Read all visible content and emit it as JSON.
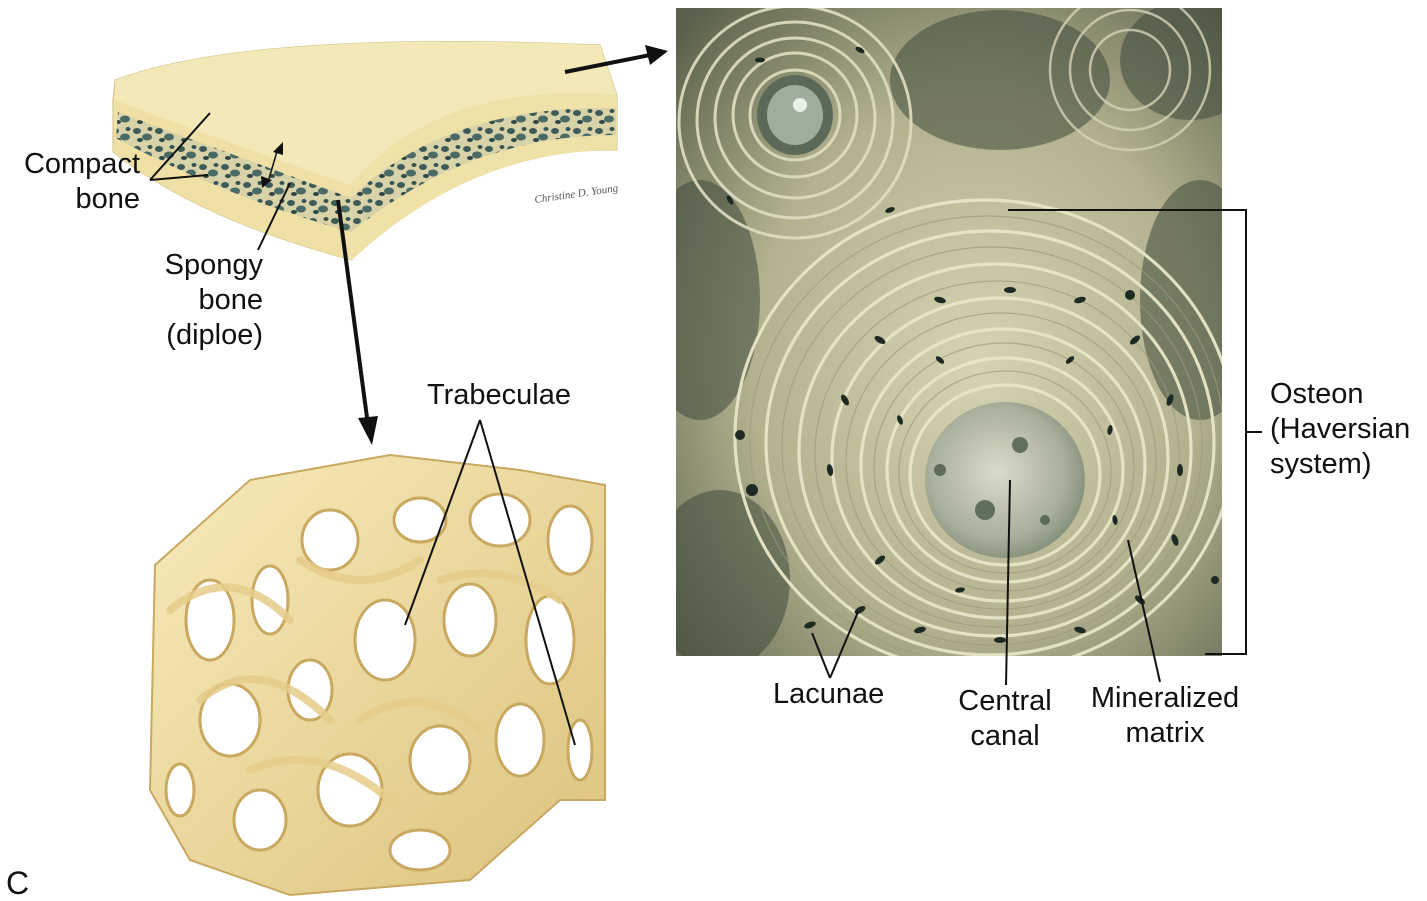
{
  "labels": {
    "compact_bone": [
      "Compact",
      "bone"
    ],
    "spongy_bone": [
      "Spongy",
      "bone",
      "(diploe)"
    ],
    "trabeculae": "Trabeculae",
    "osteon": [
      "Osteon",
      "(Haversian",
      "system)"
    ],
    "lacunae": "Lacunae",
    "central_canal": [
      "Central",
      "canal"
    ],
    "mineralized_matrix": [
      "Mineralized",
      "matrix"
    ],
    "panel_letter": "C"
  },
  "artist_signature": "Christine D. Young",
  "colors": {
    "bone_top": "#f1e6b0",
    "bone_side": "#efe0a6",
    "diploe": "#3e5b5a",
    "trabeculae": "#f0dc9e",
    "trabeculae_shadow": "#c9a860",
    "micrograph_bg": "#b7b594",
    "micrograph_dark": "#2f3a30",
    "lamella": "#e4e2c4",
    "lacuna": "#1d2a24",
    "leader_line": "#111111"
  }
}
